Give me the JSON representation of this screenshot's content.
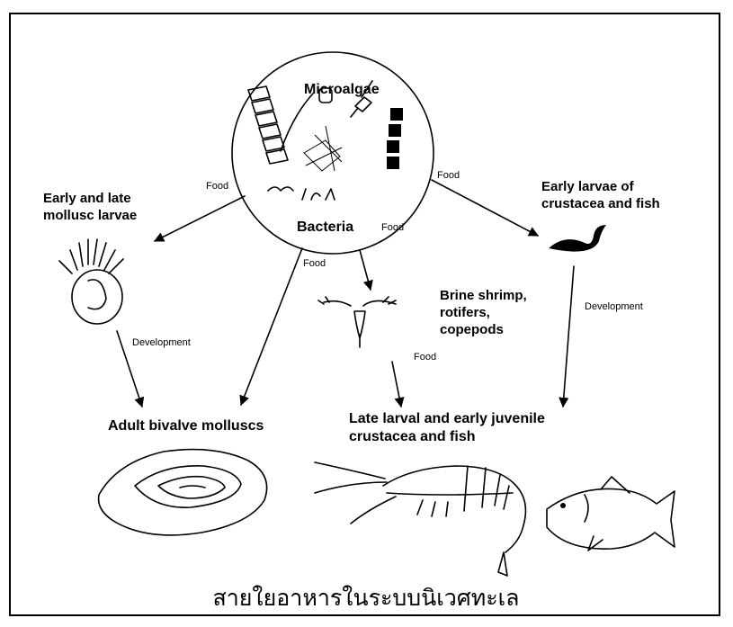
{
  "nodes": {
    "microalgae": "Microalgae",
    "bacteria": "Bacteria",
    "mollusc_larvae": [
      "Early and late",
      "mollusc larvae"
    ],
    "crustacea_larvae": [
      "Early larvae of",
      "crustacea and fish"
    ],
    "brine_shrimp": [
      "Brine shrimp,",
      "rotifers,",
      "copepods"
    ],
    "adult_bivalves": "Adult bivalve molluscs",
    "late_larval": [
      "Late larval and early juvenile",
      "crustacea and fish"
    ]
  },
  "edges": {
    "food": "Food",
    "development": "Development"
  },
  "caption": "สายใยอาหารในระบบนิเวศทะเล"
}
